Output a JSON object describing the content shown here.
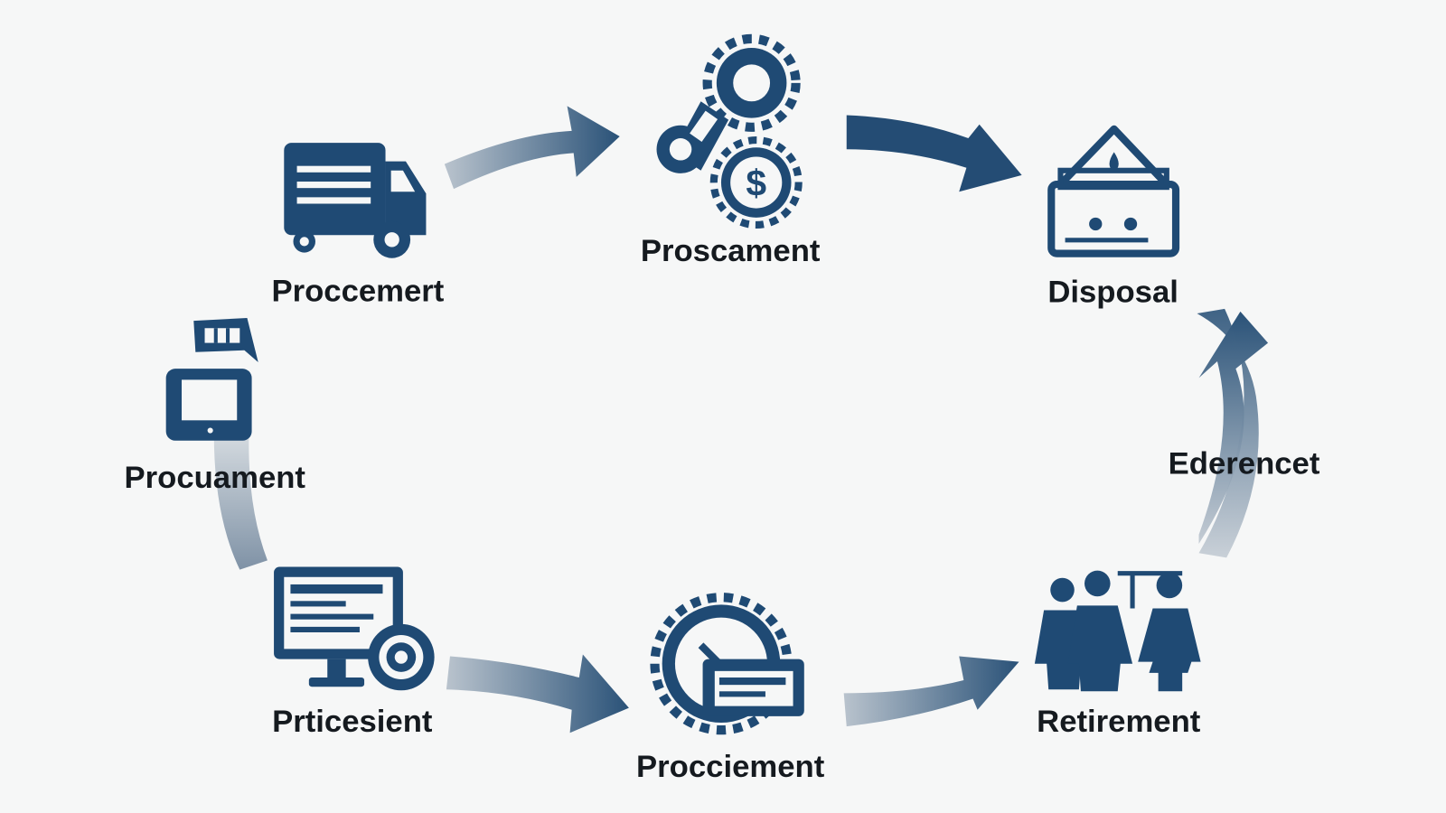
{
  "diagram": {
    "type": "cycle",
    "colors": {
      "primary": "#1f4a74",
      "arrow_light": "#b9c3cd",
      "background": "#f6f7f7"
    },
    "nodes": [
      {
        "label": "Proccemert",
        "icon": "delivery-truck-icon"
      },
      {
        "label": "Proscament",
        "icon": "gear-wrench-dollar-icon"
      },
      {
        "label": "Disposal",
        "icon": "disposal-box-icon"
      },
      {
        "label": "Ederencet",
        "icon": "none"
      },
      {
        "label": "Retirement",
        "icon": "people-icon"
      },
      {
        "label": "Procciement",
        "icon": "gear-card-icon"
      },
      {
        "label": "Prticesient",
        "icon": "monitor-disc-icon"
      },
      {
        "label": "Procuament",
        "icon": "tablet-chat-icon"
      }
    ]
  }
}
